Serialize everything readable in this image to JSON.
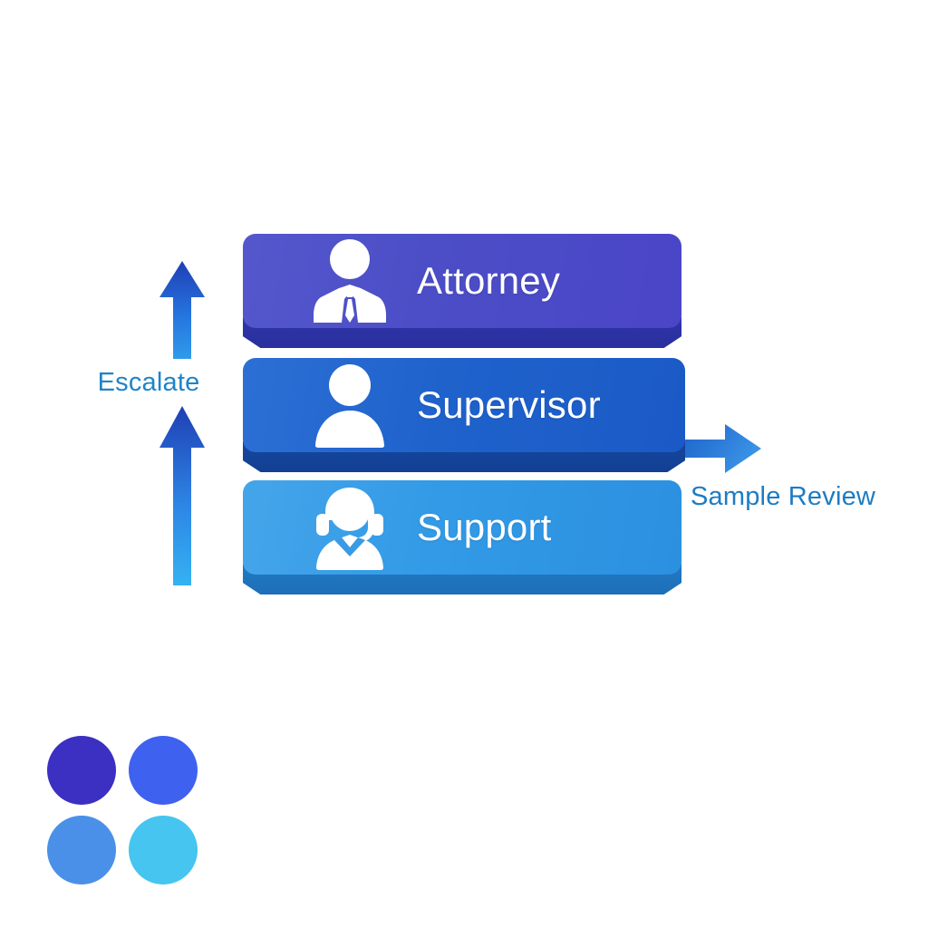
{
  "diagram": {
    "title": "Escalation tier diagram",
    "background_color": "#ffffff",
    "tiers": [
      {
        "id": "attorney",
        "label": "Attorney",
        "icon": "business-person-tie-icon",
        "level": 3,
        "color": "#4b4ec6",
        "base_color": "#2a2f9e"
      },
      {
        "id": "supervisor",
        "label": "Supervisor",
        "icon": "person-icon",
        "level": 2,
        "color": "#1f62cc",
        "base_color": "#123f93"
      },
      {
        "id": "support",
        "label": "Support",
        "icon": "headset-agent-icon",
        "level": 1,
        "color": "#329ae6",
        "base_color": "#1d6fb8"
      }
    ],
    "escalate_flow": {
      "label": "Escalate",
      "label_color": "#1f84c9",
      "arrow_direction": "up",
      "arrow_count": 2,
      "arrow_gradient_top": "#1f3fb5",
      "arrow_gradient_bottom": "#32a8ef"
    },
    "branch_flow": {
      "label": "Sample Review",
      "label_color": "#1d7cc2",
      "arrow_direction": "right",
      "source_tier": "supervisor",
      "arrow_gradient_start": "#1c5fc8",
      "arrow_gradient_end": "#3a93e4"
    },
    "palette": {
      "caption": "",
      "swatches": [
        {
          "name": "indigo",
          "color": "#3b30c2"
        },
        {
          "name": "royal-blue",
          "color": "#3f61f0"
        },
        {
          "name": "sky-blue",
          "color": "#4a90e8"
        },
        {
          "name": "cyan",
          "color": "#45c5ef"
        }
      ]
    }
  }
}
